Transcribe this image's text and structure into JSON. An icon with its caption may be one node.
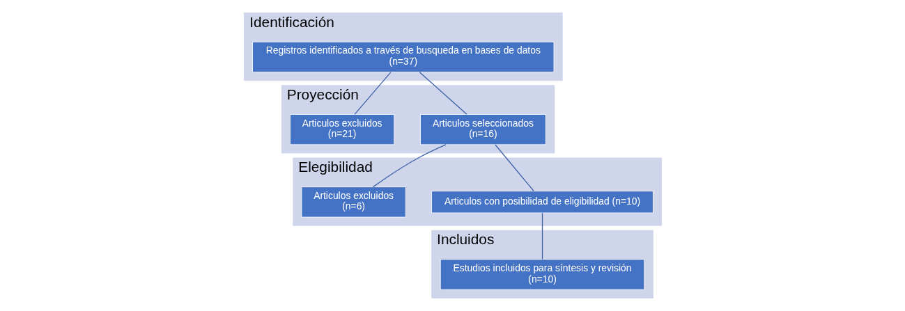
{
  "diagram": {
    "nodes": [
      {
        "text": [
          "Identificación"
        ]
      },
      {
        "text": [
          "Registros identificados a través de busqueda en bases de datos",
          "(n=37)"
        ],
        "in": 0
      },
      {
        "text": [
          "Proyección"
        ]
      },
      {
        "text": [
          "Articulos seleccionados",
          "(n=16)"
        ],
        "in": 2
      },
      {
        "text": [
          "Articulos excluidos",
          "(n=21)"
        ],
        "in": 2
      },
      {
        "text": [
          "Elegibilidad"
        ]
      },
      {
        "text": [
          "Articulos con posibilidad de eligibilidad (n=10)"
        ],
        "in": 5
      },
      {
        "text": [
          "Articulos excluidos",
          "(n=6)"
        ],
        "in": 5
      },
      {
        "text": [
          "Incluidos"
        ]
      },
      {
        "text": [
          "Estudios incluidos para síntesis y revisión",
          "(n=10)"
        ],
        "in": 8
      }
    ],
    "edges": [
      {
        "from": 1,
        "to": 3,
        "arrow": "none"
      },
      {
        "from": 1,
        "to": 4,
        "arrow": "none"
      },
      {
        "from": 3,
        "to": 6,
        "arrow": "none"
      },
      {
        "from": 3,
        "to": 7,
        "arrow": "none"
      },
      {
        "from": 6,
        "to": 9,
        "arrow": "none"
      }
    ]
  }
}
